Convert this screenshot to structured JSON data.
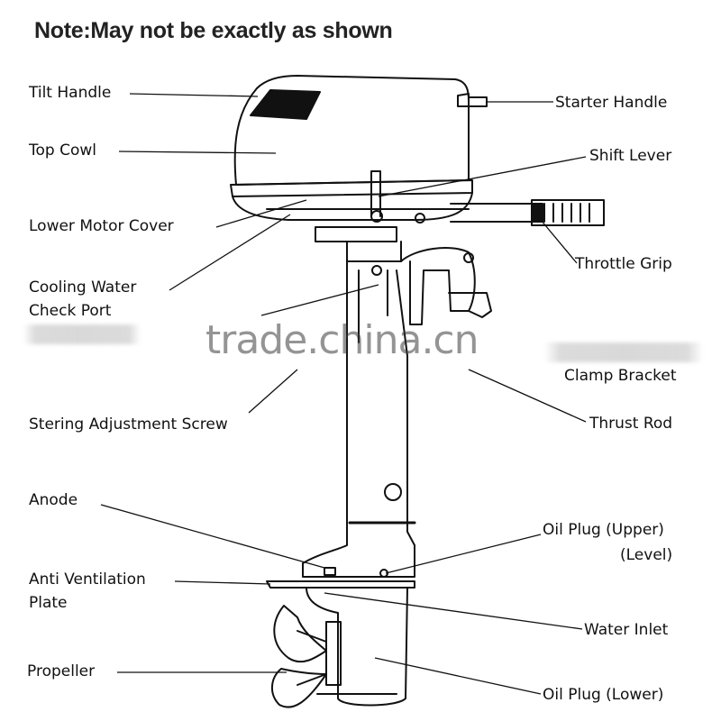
{
  "note": "Note:May not be exactly as shown",
  "watermark": "trade.china.cn",
  "labels": {
    "tilt_handle": "Tilt Handle",
    "top_cowl": "Top Cowl",
    "lower_motor_cover": "Lower Motor Cover",
    "cooling_water_check_port_line1": "Cooling Water",
    "cooling_water_check_port_line2": "Check Port",
    "steering_adjustment_screw": "Stering Adjustment Screw",
    "anode": "Anode",
    "anti_ventilation_plate_line1": "Anti Ventilation",
    "anti_ventilation_plate_line2": "Plate",
    "propeller": "Propeller",
    "starter_handle": "Starter Handle",
    "shift_lever": "Shift Lever",
    "throttle_grip": "Throttle Grip",
    "clamp_bracket": "Clamp Bracket",
    "thrust_rod": "Thrust Rod",
    "oil_plug_upper_line1": "Oil Plug (Upper)",
    "oil_plug_upper_line2": "(Level)",
    "water_inlet": "Water Inlet",
    "oil_plug_lower": "Oil Plug (Lower)"
  }
}
